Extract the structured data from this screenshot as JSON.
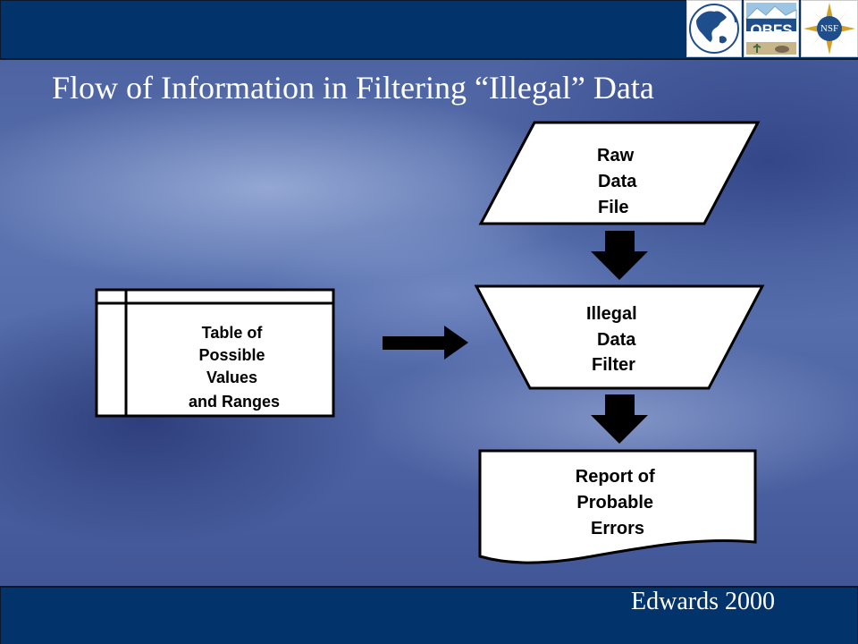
{
  "title": "Flow of Information in Filtering “Illegal” Data",
  "footer": "Edwards 2000",
  "logos": {
    "first": "north-america-logo",
    "second": {
      "icon": "obfs-logo",
      "text": "OBFS"
    },
    "third": {
      "icon": "nsf-logo",
      "text": "NSF"
    }
  },
  "diagram": {
    "raw_data_file": [
      "Raw",
      "Data",
      "File"
    ],
    "filter": [
      "Illegal",
      "Data",
      "Filter"
    ],
    "report": [
      "Report of",
      "Probable",
      "Errors"
    ],
    "table": [
      "Table of",
      "Possible",
      "Values",
      "and Ranges"
    ]
  },
  "colors": {
    "band": "#03336b",
    "shape_fill": "#ffffff",
    "shape_stroke": "#000000",
    "arrow": "#000000"
  }
}
